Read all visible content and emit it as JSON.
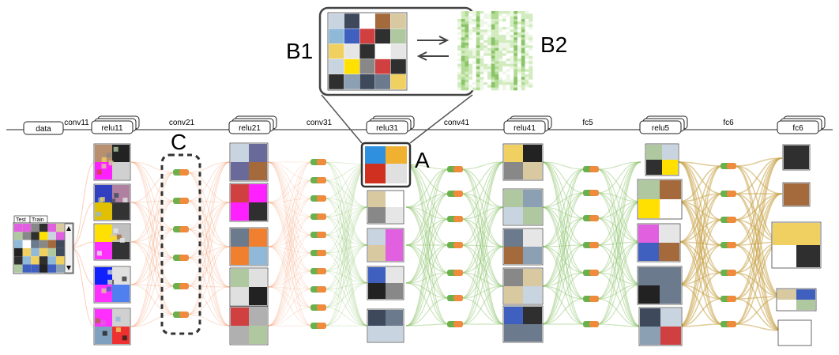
{
  "layers": [
    {
      "id": "data",
      "label": "data",
      "kind": "box",
      "tiles": 1
    },
    {
      "id": "conv11",
      "label": "conv11",
      "kind": "conn"
    },
    {
      "id": "relu11",
      "label": "relu11",
      "kind": "box",
      "tiles": 3
    },
    {
      "id": "conv21",
      "label": "conv21",
      "kind": "conn"
    },
    {
      "id": "relu21",
      "label": "relu21",
      "kind": "box",
      "tiles": 3
    },
    {
      "id": "conv31",
      "label": "conv31",
      "kind": "conn"
    },
    {
      "id": "relu31",
      "label": "relu31",
      "kind": "box",
      "tiles": 3
    },
    {
      "id": "conv41",
      "label": "conv41",
      "kind": "conn"
    },
    {
      "id": "relu41",
      "label": "relu41",
      "kind": "box",
      "tiles": 3
    },
    {
      "id": "fc5",
      "label": "fc5",
      "kind": "conn"
    },
    {
      "id": "relu5",
      "label": "relu5",
      "kind": "box",
      "tiles": 3
    },
    {
      "id": "fc6",
      "label": "fc6",
      "kind": "conn"
    },
    {
      "id": "fc6out",
      "label": "fc6",
      "kind": "box",
      "tiles": 3
    }
  ],
  "callouts": {
    "a": "A",
    "b1": "B1",
    "b2": "B2",
    "c": "C"
  },
  "dataset_tabs": [
    "Test",
    "Train"
  ],
  "colors": {
    "orange_edge": "#f4a27c",
    "green_edge": "#8cc46a",
    "olive_edge": "#c9a44a",
    "node_green": "#6ab04c",
    "node_orange": "#f08a3c",
    "dashed_box": "#333333",
    "frame": "#555555"
  },
  "icons": [
    "scroll-up-arrow-icon",
    "scroll-down-arrow-icon",
    "arrow-right-icon",
    "arrow-left-icon"
  ]
}
